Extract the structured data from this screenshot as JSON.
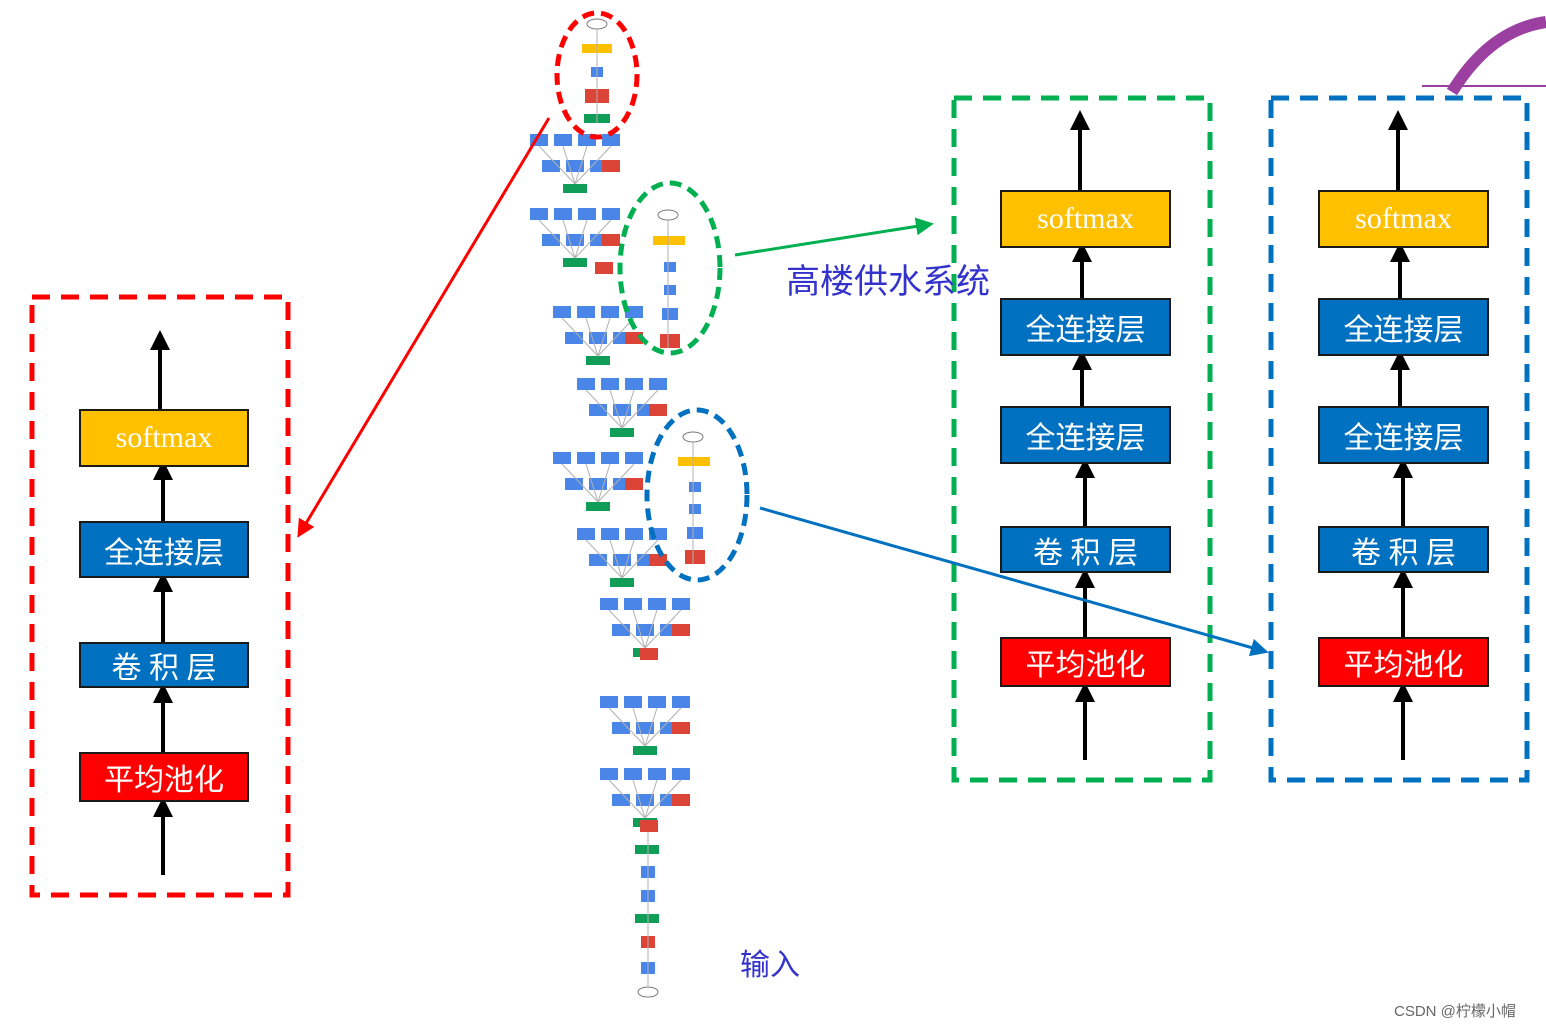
{
  "colors": {
    "softmax": "#ffc000",
    "layer_blue": "#0070c0",
    "pooling_red": "#ff0000",
    "frame_red": "#ff0000",
    "frame_green": "#00b050",
    "frame_blue": "#0070c0",
    "network_conv": "#4a86e8",
    "network_concat": "#0f9d58",
    "network_pool": "#db4437"
  },
  "panels": {
    "left": {
      "layers": [
        "softmax",
        "全连接层",
        "卷 积 层",
        "平均池化"
      ]
    },
    "middle": {
      "layers": [
        "softmax",
        "全连接层",
        "全连接层",
        "卷 积 层",
        "平均池化"
      ],
      "caption": "高楼供水系统"
    },
    "right": {
      "layers": [
        "softmax",
        "全连接层",
        "全连接层",
        "卷 积 层",
        "平均池化"
      ]
    }
  },
  "network": {
    "input_label": "输入"
  },
  "watermark": "CSDN @柠檬小帽"
}
